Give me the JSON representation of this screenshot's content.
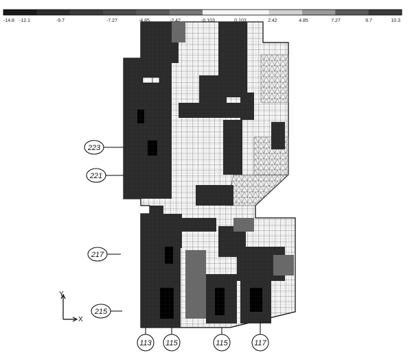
{
  "legend": {
    "ticks": [
      "-14.8",
      "-12.1",
      "-9.7",
      "-7.27",
      "-4.85",
      "-2.42",
      "-0.103",
      "0.103",
      "2.42",
      "4.85",
      "7.27",
      "9.7",
      "10.3"
    ],
    "bin_colors": [
      "#1a1a1a",
      "#2c2c2c",
      "#3b3b3b",
      "#4a4a4a",
      "#5a5a5a",
      "#777777",
      "#f4f4f4",
      "#f4f4f4",
      "#d0d0d0",
      "#9a9a9a",
      "#5a5a5a",
      "#3a3a3a"
    ]
  },
  "axes": {
    "y": "Y",
    "x": "X"
  },
  "callouts_left": [
    "223",
    "221",
    "217",
    "215"
  ],
  "callouts_bottom": [
    "113",
    "115",
    "115",
    "117"
  ]
}
